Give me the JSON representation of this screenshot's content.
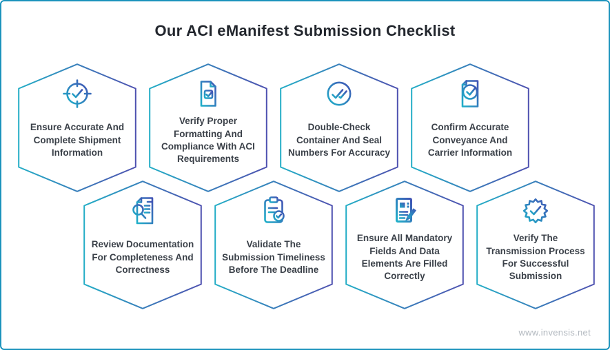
{
  "header": {
    "title": "Our ACI eManifest Submission Checklist"
  },
  "footer": {
    "watermark": "www.invensis.net"
  },
  "colors": {
    "outer_border": "#1b93bc",
    "gradient_start": "#23adc6",
    "gradient_end": "#4e51b0",
    "title_text": "#22262d",
    "body_text": "#3b4149",
    "watermark_text": "#b2b8bf"
  },
  "checklist": {
    "items": [
      {
        "icon": "target-check-icon",
        "label": "Ensure Accurate And\nComplete Shipment\nInformation"
      },
      {
        "icon": "document-check-icon",
        "label": "Verify Proper\nFormatting And\nCompliance With ACI\nRequirements"
      },
      {
        "icon": "double-check-circle-icon",
        "label": "Double-Check\nContainer And Seal\nNumbers For Accuracy"
      },
      {
        "icon": "document-verified-icon",
        "label": "Confirm Accurate\nConveyance And\nCarrier Information"
      },
      {
        "icon": "document-search-icon",
        "label": "Review Documentation\nFor Completeness And\nCorrectness"
      },
      {
        "icon": "clipboard-check-icon",
        "label": "Validate The\nSubmission Timeliness\nBefore The Deadline"
      },
      {
        "icon": "document-edit-icon",
        "label": "Ensure All Mandatory\nFields And Data\nElements Are Filled\nCorrectly"
      },
      {
        "icon": "badge-check-icon",
        "label": "Verify The\nTransmission Process\nFor Successful\nSubmission"
      }
    ]
  }
}
